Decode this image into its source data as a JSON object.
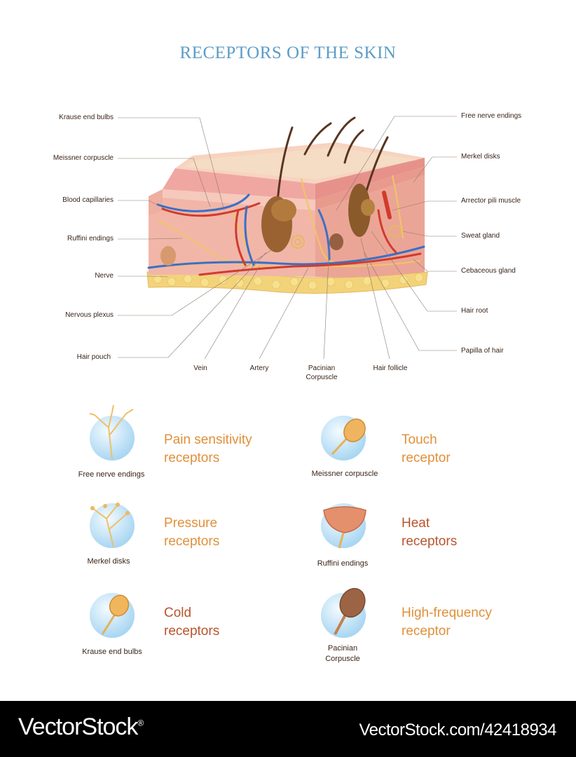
{
  "title": "RECEPTORS OF THE SKIN",
  "labels_left": [
    "Krause end bulbs",
    "Meissner corpuscle",
    "Blood capillaries",
    "Ruffini endings",
    "Nerve",
    "Nervous plexus",
    "Hair pouch"
  ],
  "labels_right": [
    "Free nerve endings",
    "Merkel disks",
    "Arrector pili muscle",
    "Sweat gland",
    "Cebaceous gland",
    "Hair root",
    "Papilla of hair"
  ],
  "labels_bottom": [
    "Vein",
    "Artery",
    "Pacinian\nCorpuscle",
    "Hair follicle"
  ],
  "receptors": [
    {
      "caption": "Free nerve endings",
      "category": "Pain sensitivity\nreceptors",
      "icon": "free-nerve-endings-icon",
      "color": "#e0903a"
    },
    {
      "caption": "Meissner corpuscle",
      "category": "Touch\nreceptor",
      "icon": "meissner-corpuscle-icon",
      "color": "#e0903a"
    },
    {
      "caption": "Merkel disks",
      "category": "Pressure\nreceptors",
      "icon": "merkel-disks-icon",
      "color": "#e0903a"
    },
    {
      "caption": "Ruffini endings",
      "category": "Heat\nreceptors",
      "icon": "ruffini-endings-icon",
      "color": "#b9542d"
    },
    {
      "caption": "Krause end bulbs",
      "category": "Cold\nreceptors",
      "icon": "krause-end-bulbs-icon",
      "color": "#b9542d"
    },
    {
      "caption": "Pacinian\nCorpuscle",
      "category": "High-frequency\nreceptor",
      "icon": "pacinian-corpuscle-icon",
      "color": "#e0903a"
    }
  ],
  "footer": {
    "brand": "VectorStock",
    "brand_suffix": "®",
    "image_id": "VectorStock.com/42418934"
  },
  "colors": {
    "title": "#5d9cc6",
    "footer_bg": "#000000",
    "skin": "#f3c1b3",
    "fat": "#f3d37a"
  }
}
